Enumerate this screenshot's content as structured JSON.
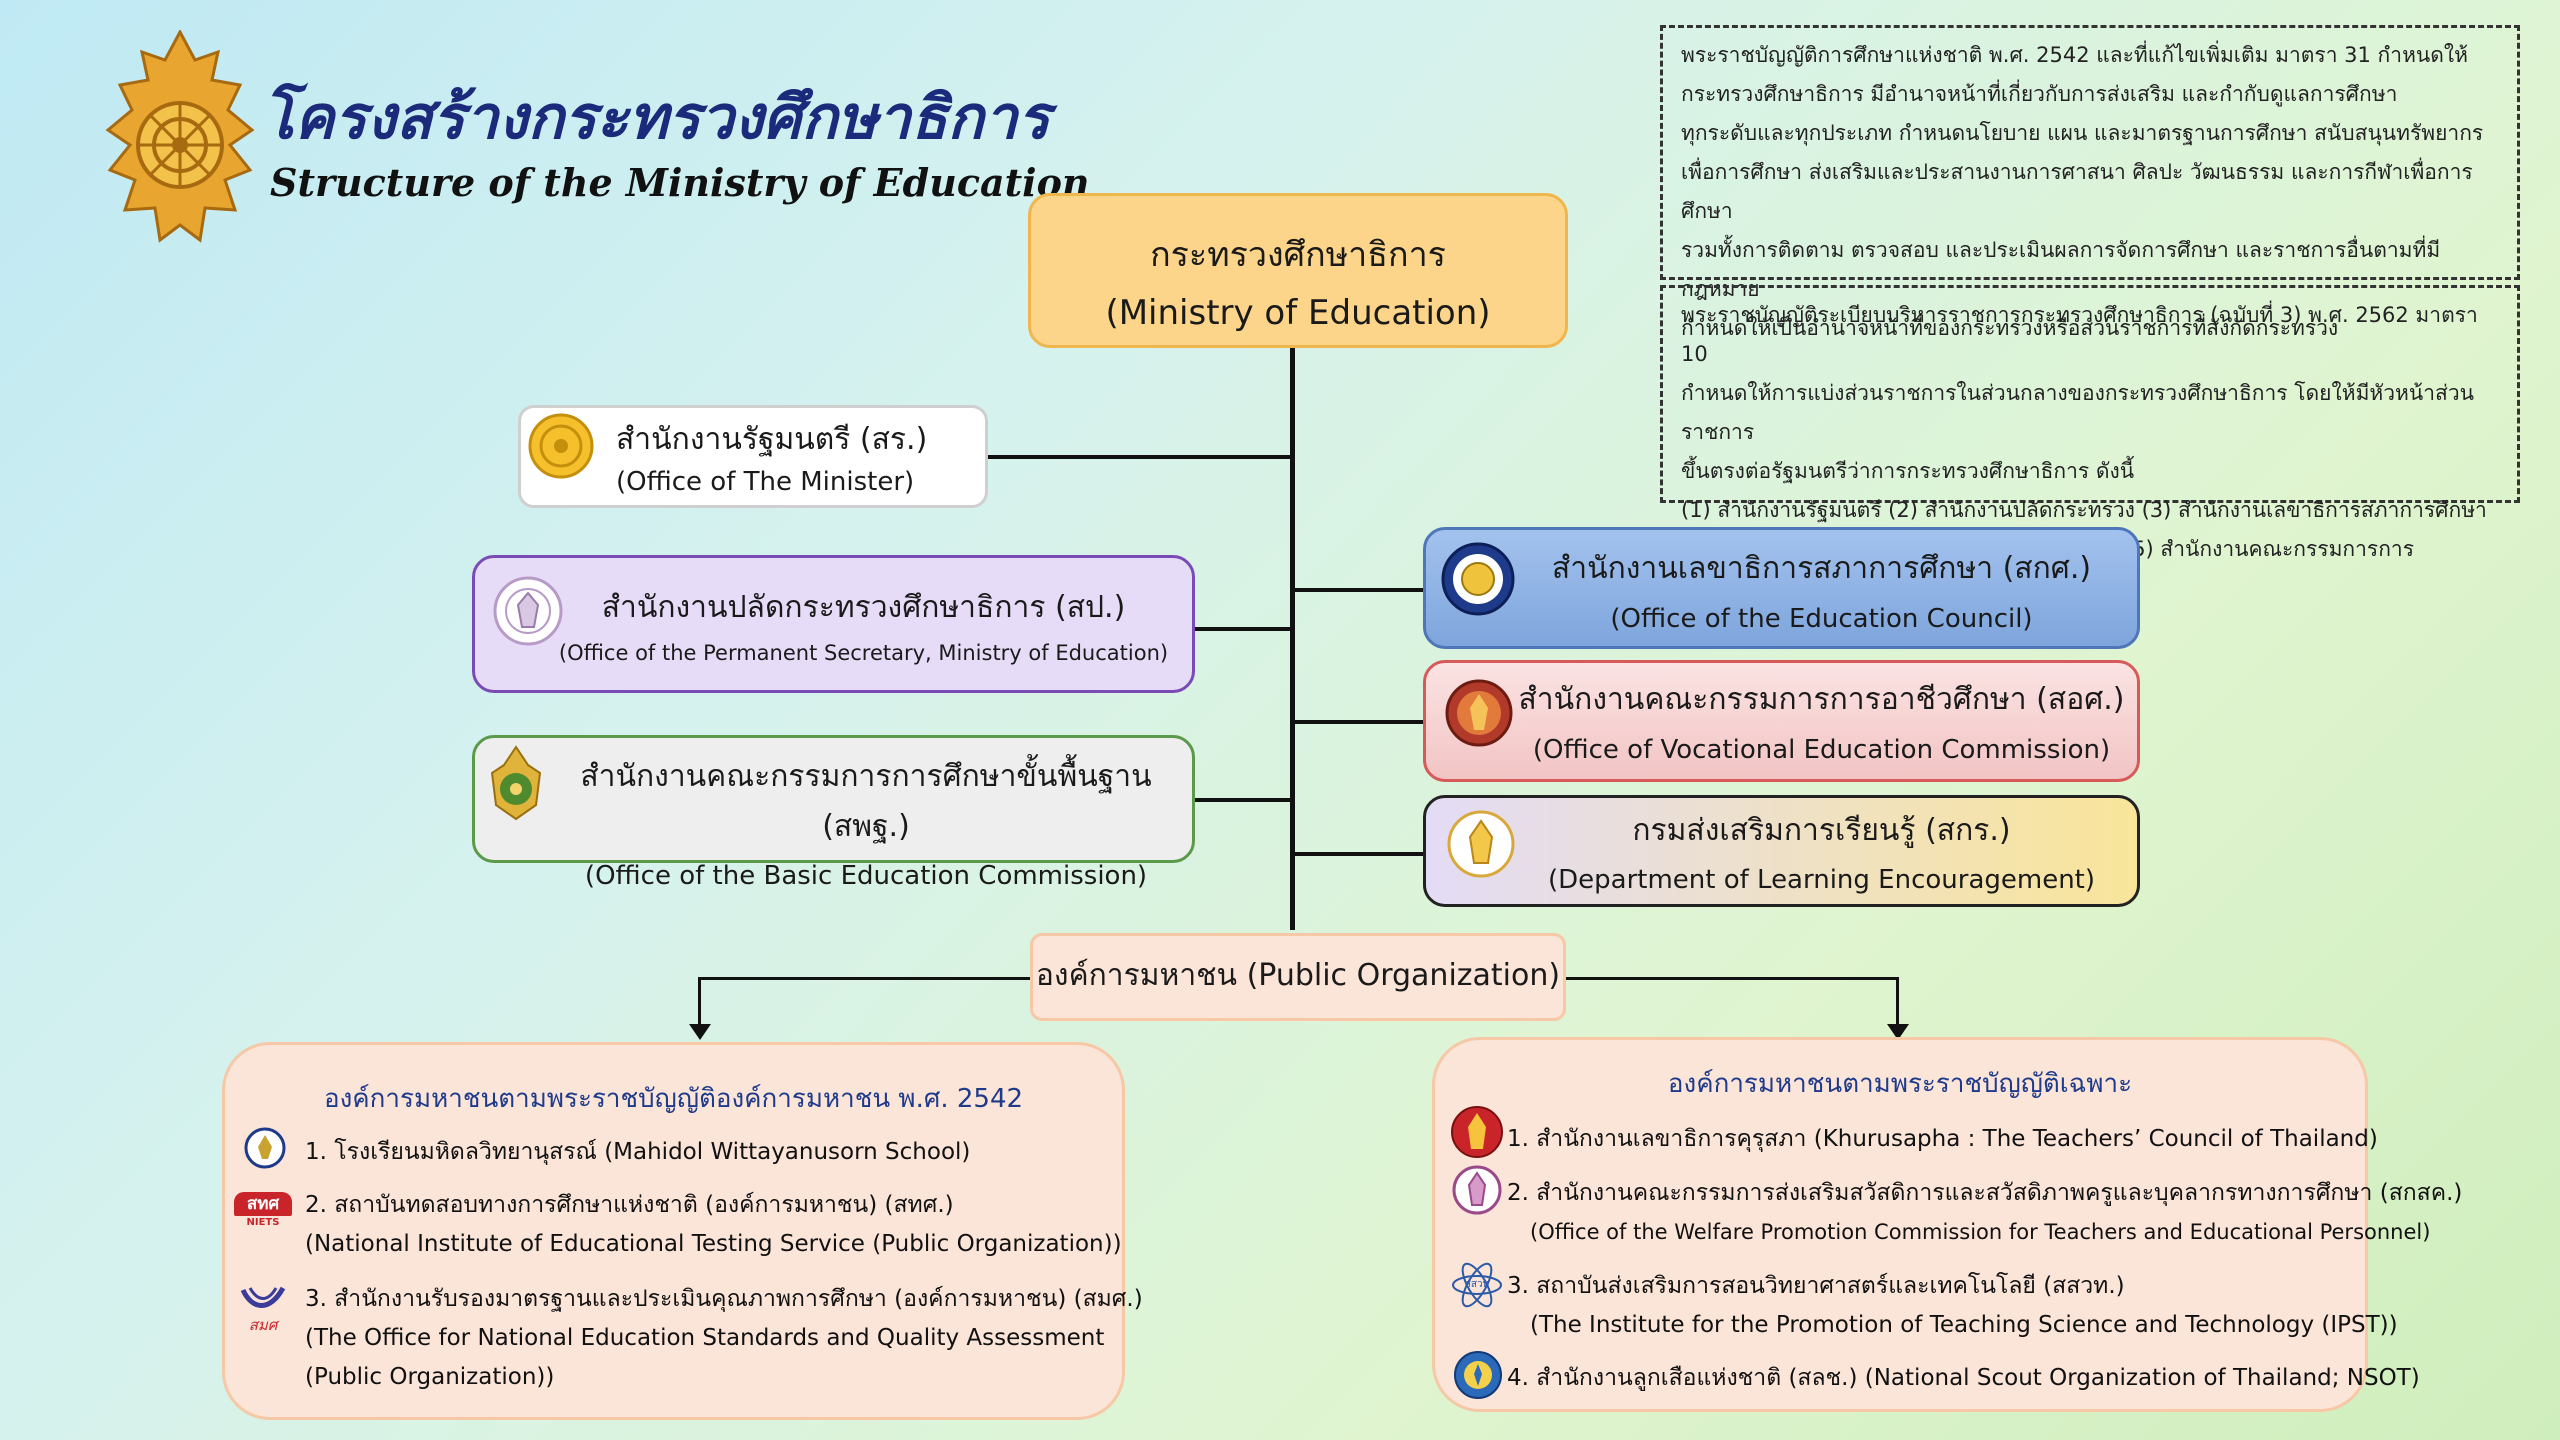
{
  "header": {
    "title_th": "โครงสร้างกระทรวงศึกษาธิการ",
    "title_en": "Structure of the Ministry of Education"
  },
  "notes": {
    "box1_lines": [
      "พระราชบัญญัติการศึกษาแห่งชาติ พ.ศ. 2542 และที่แก้ไขเพิ่มเติม มาตรา 31 กำหนดให้",
      "กระทรวงศึกษาธิการ มีอำนาจหน้าที่เกี่ยวกับการส่งเสริม และกำกับดูแลการศึกษา",
      "ทุกระดับและทุกประเภท กำหนดนโยบาย แผน และมาตรฐานการศึกษา สนับสนุนทรัพยากร",
      "เพื่อการศึกษา ส่งเสริมและประสานงานการศาสนา ศิลปะ วัฒนธรรม และการกีฬาเพื่อการศึกษา",
      "รวมทั้งการติดตาม ตรวจสอบ และประเมินผลการจัดการศึกษา และราชการอื่นตามที่มีกฎหมาย",
      "กำหนดให้เป็นอำนาจหน้าที่ของกระทรวงหรือส่วนราชการที่สังกัดกระทรวง"
    ],
    "box2_lines": [
      "พระราชบัญญัติระเบียบบริหารราชการกระทรวงศึกษาธิการ (ฉบับที่ 3) พ.ศ. 2562 มาตรา 10",
      "กำหนดให้การแบ่งส่วนราชการในส่วนกลางของกระทรวงศึกษาธิการ โดยให้มีหัวหน้าส่วนราชการ",
      "ขึ้นตรงต่อรัฐมนตรีว่าการกระทรวงศึกษาธิการ ดังนี้",
      "(1) สำนักงานรัฐมนตรี  (2) สำนักงานปลัดกระทรวง (3) สำนักงานเลขาธิการสภาการศึกษา",
      "(4) สำนักงานคณะกรรมการการศึกษาขั้นพื้นฐาน    (5) สำนักงานคณะกรรมการการอาชีวศึกษา"
    ]
  },
  "ministry": {
    "th": "กระทรวงศึกษาธิการ",
    "en": "(Ministry of Education)"
  },
  "left_units": [
    {
      "th": "สำนักงานรัฐมนตรี (สร.)",
      "en": "(Office of The Minister)"
    },
    {
      "th": "สำนักงานปลัดกระทรวงศึกษาธิการ (สป.)",
      "en": "(Office of the Permanent Secretary, Ministry of Education)"
    },
    {
      "th": "สำนักงานคณะกรรมการการศึกษาขั้นพื้นฐาน (สพฐ.)",
      "en": "(Office of the Basic Education Commission)"
    }
  ],
  "right_units": [
    {
      "th": "สำนักงานเลขาธิการสภาการศึกษา (สกศ.)",
      "en": "(Office of the Education Council)"
    },
    {
      "th": "สำนักงานคณะกรรมการการอาชีวศึกษา (สอศ.)",
      "en": "(Office of Vocational Education Commission)"
    },
    {
      "th": "กรมส่งเสริมการเรียนรู้ (สกร.)",
      "en": "(Department of Learning Encouragement)"
    }
  ],
  "public_org": {
    "label": "องค์การมหาชน (Public Organization)"
  },
  "left_panel": {
    "heading": "องค์การมหาชนตามพระราชบัญญัติองค์การมหาชน พ.ศ. 2542",
    "items": [
      {
        "lines": [
          "1. โรงเรียนมหิดลวิทยานุสรณ์ (Mahidol Wittayanusorn School)"
        ]
      },
      {
        "lines": [
          "2. สถาบันทดสอบทางการศึกษาแห่งชาติ (องค์การมหาชน) (สทศ.)",
          "(National Institute of Educational Testing Service (Public Organization))"
        ],
        "logo_text": "สทศ",
        "logo_sub": "NIETS"
      },
      {
        "lines": [
          "3. สำนักงานรับรองมาตรฐานและประเมินคุณภาพการศึกษา (องค์การมหาชน) (สมศ.)",
          "(The Office for National Education Standards and Quality Assessment",
          "(Public Organization))"
        ],
        "logo_text": "สมศ"
      }
    ]
  },
  "right_panel": {
    "heading": "องค์การมหาชนตามพระราชบัญญัติเฉพาะ",
    "items": [
      {
        "lines": [
          "1. สำนักงานเลขาธิการคุรุสภา (Khurusapha : The Teachers’ Council of Thailand)"
        ]
      },
      {
        "lines": [
          "2. สำนักงานคณะกรรมการส่งเสริมสวัสดิการและสวัสดิภาพครูและบุคลากรทางการศึกษา (สกสค.)",
          "(Office of the Welfare Promotion Commission for Teachers and Educational Personnel)"
        ]
      },
      {
        "lines": [
          "3. สถาบันส่งเสริมการสอนวิทยาศาสตร์และเทคโนโลยี (สสวท.)",
          "(The Institute for the Promotion of Teaching Science and Technology (IPST))"
        ],
        "logo_text": "สสวท"
      },
      {
        "lines": [
          "4. สำนักงานลูกเสือแห่งชาติ (สลช.) (National Scout Organization of Thailand; NSOT)"
        ]
      }
    ]
  },
  "colors": {
    "ministry_fill": "#fcd58a",
    "minister_fill": "#ffffff",
    "ops_fill": "#e6dcf7",
    "obec_fill": "#eeeeee",
    "onec_fill": "#8fb3e3",
    "vec_fill": "#f6d4d4",
    "dle_fill": "#f4e6b0",
    "panel_fill": "#fbe4d8",
    "heading": "#1e3a8a"
  }
}
